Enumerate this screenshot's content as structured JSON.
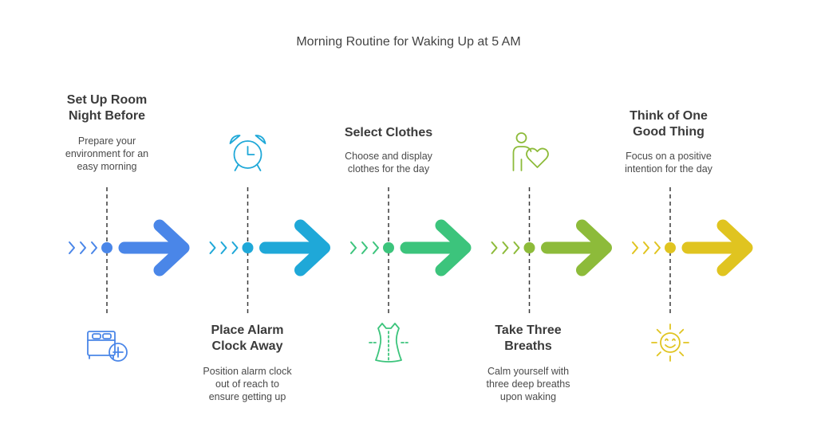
{
  "title": "Morning Routine for Waking Up at 5 AM",
  "steps": [
    {
      "title_lines": [
        "Set Up Room",
        "Night Before"
      ],
      "desc_lines": [
        "Prepare your",
        "environment for an",
        "easy morning"
      ],
      "text_position": "top",
      "icon": "bed-plus-icon",
      "color": "#4a86e8"
    },
    {
      "title_lines": [
        "Place Alarm",
        "Clock Away"
      ],
      "desc_lines": [
        "Position alarm clock",
        "out of reach to",
        "ensure getting up"
      ],
      "text_position": "bottom",
      "icon": "alarm-clock-icon",
      "color": "#1fa8d8"
    },
    {
      "title_lines": [
        "Select Clothes"
      ],
      "desc_lines": [
        "Choose and display",
        "clothes for the day"
      ],
      "text_position": "top",
      "icon": "dress-icon",
      "color": "#3cc47c"
    },
    {
      "title_lines": [
        "Take Three",
        "Breaths"
      ],
      "desc_lines": [
        "Calm yourself with",
        "three deep breaths",
        "upon waking"
      ],
      "text_position": "bottom",
      "icon": "person-heart-icon",
      "color": "#8dbb3a"
    },
    {
      "title_lines": [
        "Think of One",
        "Good Thing"
      ],
      "desc_lines": [
        "Focus on a positive",
        "intention for the day"
      ],
      "text_position": "top",
      "icon": "smiling-sun-icon",
      "color": "#e0c420"
    }
  ]
}
